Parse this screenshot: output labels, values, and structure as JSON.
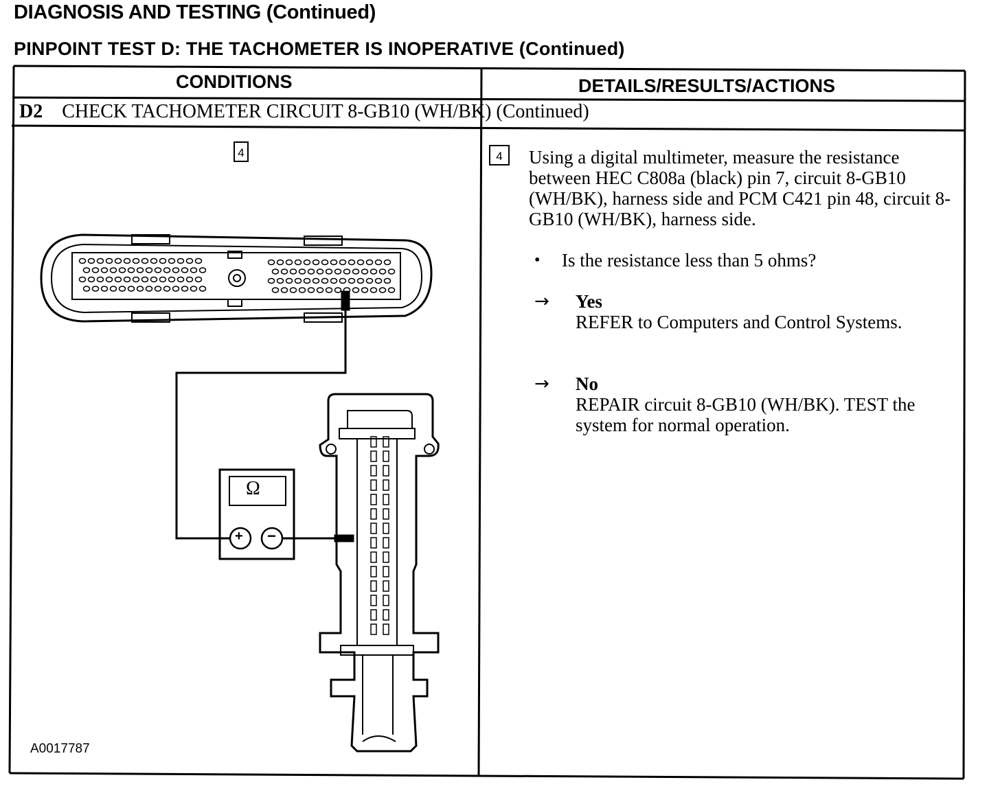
{
  "page": {
    "title": "DIAGNOSIS AND TESTING (Continued)",
    "subtitle": "PINPOINT TEST D: THE TACHOMETER IS INOPERATIVE (Continued)"
  },
  "table": {
    "col_conditions": "CONDITIONS",
    "col_details": "DETAILS/RESULTS/ACTIONS",
    "step_id": "D2",
    "step_title": "CHECK TACHOMETER CIRCUIT 8-GB10 (WH/BK) (Continued)"
  },
  "substep": {
    "number": "4",
    "instruction": "Using a digital multimeter, measure the resistance between HEC C808a (black) pin 7, circuit 8-GB10 (WH/BK), harness side and PCM C421 pin 48, circuit 8-GB10 (WH/BK), harness side.",
    "question": "Is the resistance less than 5 ohms?",
    "yes_label": "Yes",
    "yes_action": "REFER to Computers and Control Systems.",
    "no_label": "No",
    "no_action": "REPAIR circuit 8-GB10 (WH/BK). TEST the system for normal operation."
  },
  "figure": {
    "meter_symbol": "Ω",
    "plus": "+",
    "minus": "−",
    "figure_id": "A0017787",
    "icons": [
      "multimeter-icon",
      "connector-icon",
      "arrow-right-icon",
      "bullet-icon"
    ]
  }
}
